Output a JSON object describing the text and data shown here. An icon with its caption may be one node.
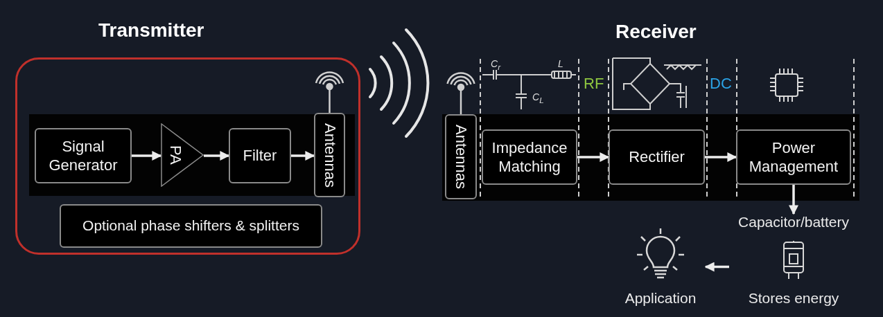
{
  "diagram": {
    "nodes": [
      {
        "text": [
          "Transmitter"
        ]
      },
      {
        "text": [
          "Signal Generator"
        ],
        "in": 0
      },
      {
        "text": [
          "PA"
        ],
        "in": 0
      },
      {
        "text": [
          "Filter"
        ],
        "in": 0
      },
      {
        "text": [
          "Antennas"
        ],
        "in": 0
      },
      {
        "text": [
          "Optional phase shifters & splitters"
        ],
        "in": 0
      },
      {
        "text": [
          "Antennas"
        ]
      },
      {
        "text": [
          "Impedance Matching"
        ]
      },
      {
        "text": [
          "Rectifier"
        ]
      },
      {
        "text": [
          "Power Management"
        ]
      },
      {
        "text": [
          "Capacitor/battery",
          "Stores energy"
        ]
      },
      {
        "text": [
          "Application"
        ]
      }
    ],
    "edges": [
      {
        "from": 1,
        "to": 2,
        "arrow": "to"
      },
      {
        "from": 2,
        "to": 3,
        "arrow": "to"
      },
      {
        "from": 3,
        "to": 4,
        "arrow": "to"
      },
      {
        "from": 7,
        "to": 8,
        "arrow": "to"
      },
      {
        "from": 8,
        "to": 9,
        "arrow": "to"
      },
      {
        "from": 9,
        "to": 10,
        "arrow": "to"
      },
      {
        "from": 10,
        "to": 11,
        "arrow": "to"
      }
    ],
    "labels": [
      "Receiver",
      "C$_{r}$",
      "L",
      "C$_{L}$",
      "RF",
      "DC"
    ]
  }
}
